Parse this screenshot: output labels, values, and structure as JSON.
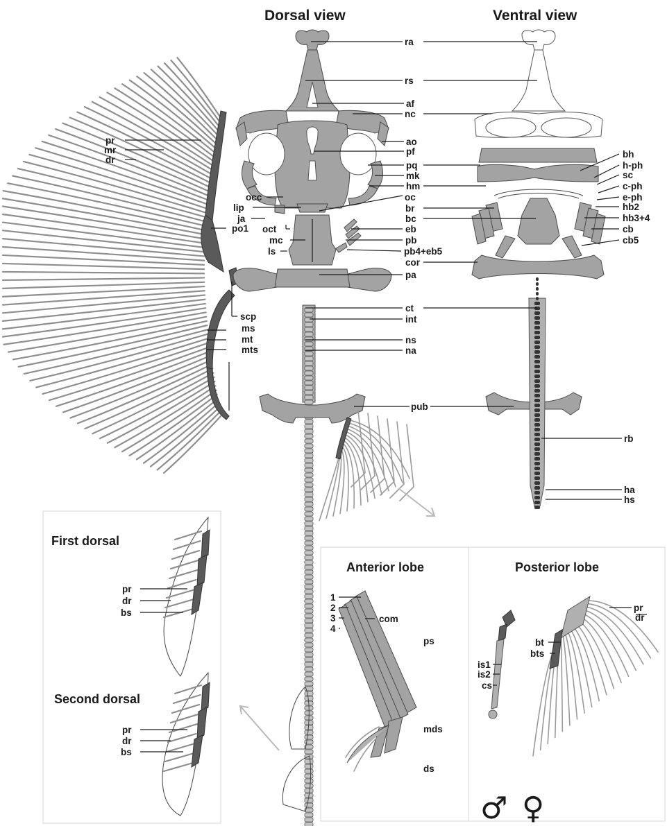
{
  "titles": {
    "dorsal_view": "Dorsal view",
    "ventral_view": "Ventral view",
    "first_dorsal": "First dorsal",
    "second_dorsal": "Second dorsal",
    "anterior_lobe": "Anterior lobe",
    "posterior_lobe": "Posterior lobe"
  },
  "labels": {
    "ra": "ra",
    "rs": "rs",
    "af": "af",
    "nc": "nc",
    "ao": "ao",
    "pf": "pf",
    "pq": "pq",
    "mk": "mk",
    "hm": "hm",
    "oc": "oc",
    "occ": "occ",
    "lip": "lip",
    "ja": "ja",
    "br": "br",
    "bc": "bc",
    "oct": "oct",
    "eb": "eb",
    "mc": "mc",
    "pb": "pb",
    "ls": "ls",
    "pb4eb5": "pb4+eb5",
    "cor": "cor",
    "pa": "pa",
    "pr": "pr",
    "mr": "mr",
    "dr": "dr",
    "po1": "po1",
    "scp": "scp",
    "ms": "ms",
    "mt": "mt",
    "mts": "mts",
    "ct": "ct",
    "int": "int",
    "ns": "ns",
    "na": "na",
    "pub": "pub",
    "bh": "bh",
    "hph": "h-ph",
    "sc": "sc",
    "cph": "c-ph",
    "eph": "e-ph",
    "hb2": "hb2",
    "hb34": "hb3+4",
    "cb": "cb",
    "cb5": "cb5",
    "rb": "rb",
    "ha": "ha",
    "hs": "hs",
    "fd_pr": "pr",
    "fd_dr": "dr",
    "fd_bs": "bs",
    "sd_pr": "pr",
    "sd_dr": "dr",
    "sd_bs": "bs",
    "n1": "1",
    "n2": "2",
    "n3": "3",
    "n4": "4",
    "com": "com",
    "ps": "ps",
    "mds": "mds",
    "ds": "ds",
    "pl_pr": "pr",
    "pl_dr": "dr",
    "bt": "bt",
    "bts": "bts",
    "is1": "is1",
    "is2": "is2",
    "cs": "cs"
  },
  "symbols": {
    "male": "♂",
    "female": "♀"
  },
  "colors": {
    "cartilage": "#a3a3a3",
    "dark_cartilage": "#5a5a5a",
    "outline": "#444444",
    "panel_border": "#d4d4d4"
  }
}
